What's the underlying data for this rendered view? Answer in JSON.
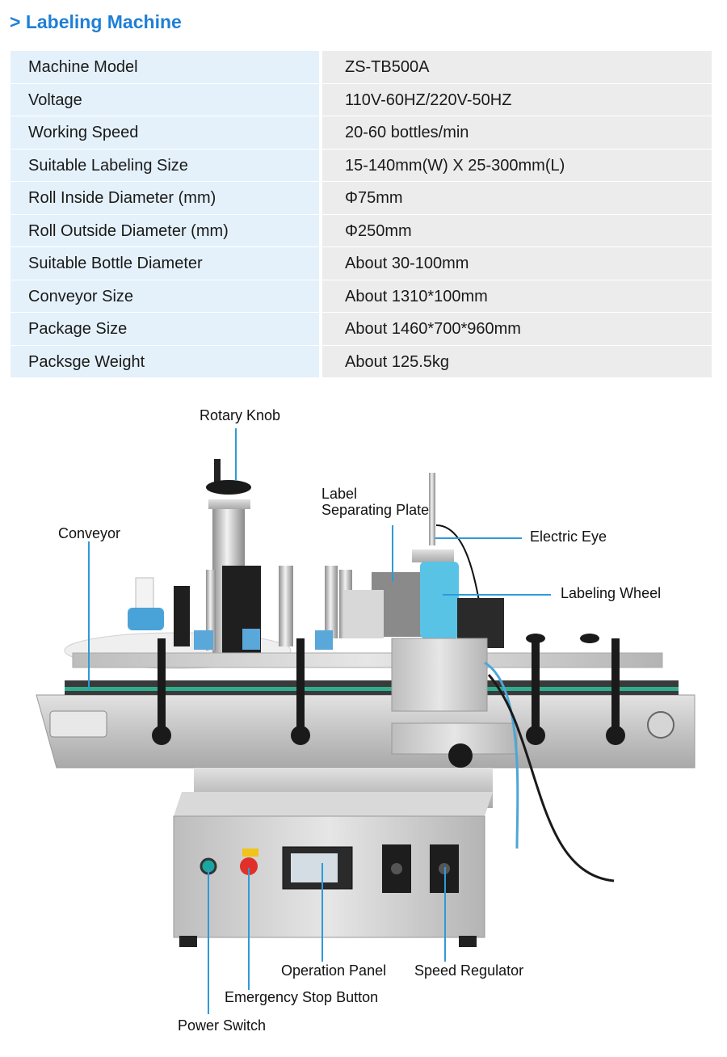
{
  "title": "> Labeling Machine",
  "specs": [
    {
      "key": "Machine Model",
      "value": "ZS-TB500A"
    },
    {
      "key": "Voltage",
      "value": "110V-60HZ/220V-50HZ"
    },
    {
      "key": "Working Speed",
      "value": "20-60 bottles/min"
    },
    {
      "key": "Suitable Labeling Size",
      "value": "15-140mm(W) X 25-300mm(L)"
    },
    {
      "key": "Roll Inside Diameter (mm)",
      "value": "Φ75mm"
    },
    {
      "key": "Roll Outside Diameter (mm)",
      "value": "Φ250mm"
    },
    {
      "key": "Suitable Bottle Diameter",
      "value": "About 30-100mm"
    },
    {
      "key": "Conveyor Size",
      "value": "About 1310*100mm"
    },
    {
      "key": "Package Size",
      "value": "About 1460*700*960mm"
    },
    {
      "key": "Packsge Weight",
      "value": "About 125.5kg"
    }
  ],
  "callouts": {
    "rotary_knob": "Rotary Knob",
    "label_plate_line1": "Label",
    "label_plate_line2": "Separating Plate",
    "conveyor": "Conveyor",
    "electric_eye": "Electric Eye",
    "labeling_wheel": "Labeling Wheel",
    "operation_panel": "Operation Panel",
    "speed_regulator": "Speed Regulator",
    "emergency_stop": "Emergency Stop Button",
    "power_switch": "Power Switch"
  },
  "colors": {
    "title": "#1f7fd6",
    "key_bg": "#e4f1fb",
    "value_bg": "#ececec",
    "leader_line": "#2f9ad8",
    "steel": "#c9c9c9"
  }
}
